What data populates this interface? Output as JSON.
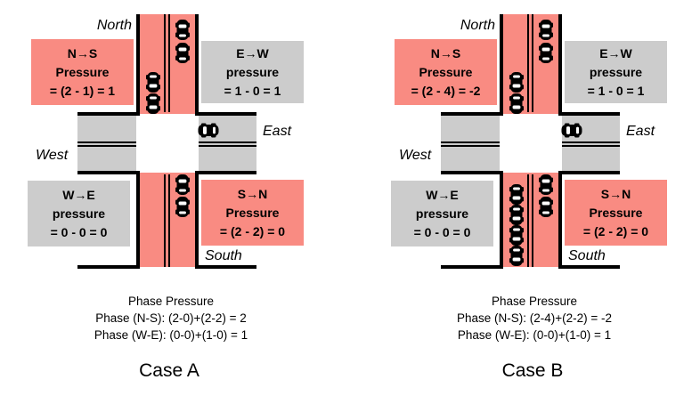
{
  "colors": {
    "pink": "#F98B82",
    "gray": "#CCCCCC",
    "line": "#000000"
  },
  "cases": [
    {
      "title": "Case A",
      "labels": {
        "north": "North",
        "east": "East",
        "west": "West",
        "south": "South"
      },
      "boxes": {
        "ns": {
          "l1": "N→S",
          "l2": "Pressure",
          "l3": "= (2 - 1) = 1"
        },
        "ew": {
          "l1": "E→W",
          "l2": "pressure",
          "l3": "= 1 - 0 = 1"
        },
        "we": {
          "l1": "W→E",
          "l2": "pressure",
          "l3": "= 0 - 0 = 0"
        },
        "sn": {
          "l1": "S→N",
          "l2": "Pressure",
          "l3": "= (2 - 2) = 0"
        }
      },
      "phase": {
        "title": "Phase Pressure",
        "ns": "Phase (N-S): (2-0)+(2-2) = 2",
        "we": "Phase (W-E): (0-0)+(1-0) = 1"
      },
      "cars": {
        "north_left_down": 2,
        "north_right_up": 2,
        "east_top_west": 1,
        "south_right_up": 2,
        "south_left_down": 0
      }
    },
    {
      "title": "Case B",
      "labels": {
        "north": "North",
        "east": "East",
        "west": "West",
        "south": "South"
      },
      "boxes": {
        "ns": {
          "l1": "N→S",
          "l2": "Pressure",
          "l3": "= (2 - 4) = -2"
        },
        "ew": {
          "l1": "E→W",
          "l2": "pressure",
          "l3": "= 1 - 0 = 1"
        },
        "we": {
          "l1": "W→E",
          "l2": "pressure",
          "l3": "= 0 - 0 = 0"
        },
        "sn": {
          "l1": "S→N",
          "l2": "Pressure",
          "l3": "= (2 - 2) = 0"
        }
      },
      "phase": {
        "title": "Phase Pressure",
        "ns": "Phase (N-S): (2-4)+(2-2) = -2",
        "we": "Phase (W-E): (0-0)+(1-0) = 1"
      },
      "cars": {
        "north_left_down": 2,
        "north_right_up": 2,
        "east_top_west": 1,
        "south_right_up": 2,
        "south_left_down": 4
      }
    }
  ]
}
